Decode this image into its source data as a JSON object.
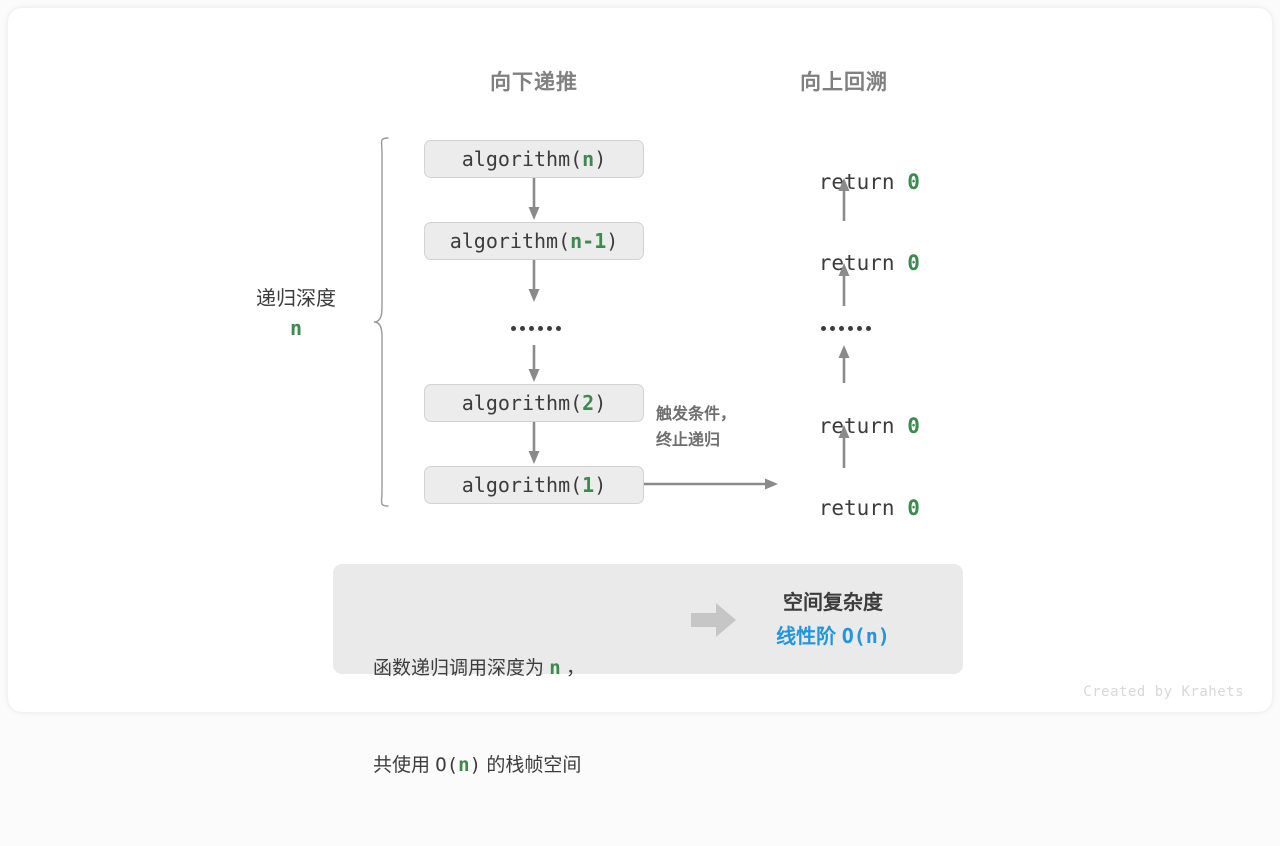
{
  "headers": {
    "down": "向下递推",
    "up": "向上回溯"
  },
  "brace": {
    "label": "递归深度",
    "value": "n"
  },
  "calls": [
    {
      "prefix": "algorithm(",
      "arg": "n",
      "suffix": ")"
    },
    {
      "prefix": "algorithm(",
      "arg": "n-1",
      "suffix": ")"
    },
    {
      "prefix": "algorithm(",
      "arg": "2",
      "suffix": ")"
    },
    {
      "prefix": "algorithm(",
      "arg": "1",
      "suffix": ")"
    }
  ],
  "returns": [
    {
      "keyword": "return ",
      "value": "0"
    },
    {
      "keyword": "return ",
      "value": "0"
    },
    {
      "keyword": "return ",
      "value": "0"
    },
    {
      "keyword": "return ",
      "value": "0"
    }
  ],
  "trigger_note": {
    "line1": "触发条件，",
    "line2": "终止递归"
  },
  "summary": {
    "left_line1_a": "函数递归调用深度为 ",
    "left_line1_n": "n",
    "left_line1_b": " ，",
    "left_line2_a": "共使用 ",
    "left_line2_O": "O(",
    "left_line2_n": "n",
    "left_line2_Oc": ")",
    "left_line2_b": " 的栈帧空间",
    "arrow_icon": "block-right-arrow-icon",
    "right_title": "空间复杂度",
    "right_value_text": "线性阶 ",
    "right_value_mono": "O(n)"
  },
  "credit": "Created by Krahets",
  "colors": {
    "accent_green": "#3c8a4e",
    "accent_blue": "#2196dd",
    "box_fill": "#ececec",
    "box_border": "#d2d2d2",
    "text_dark": "#3c3c3c",
    "text_muted": "#808080",
    "panel_fill": "#eaeaea",
    "arrow_gray": "#8a8a8a"
  }
}
